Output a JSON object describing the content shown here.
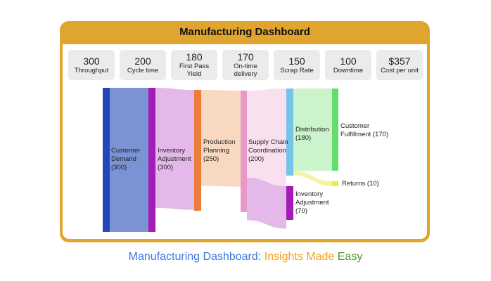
{
  "header": {
    "title": "Manufacturing Dashboard"
  },
  "kpis": [
    {
      "value": "300",
      "label": "Throughput"
    },
    {
      "value": "200",
      "label": "Cycle time"
    },
    {
      "value": "180",
      "label": "First Pass Yield"
    },
    {
      "value": "170",
      "label": "On-time delivery"
    },
    {
      "value": "150",
      "label": "Scrap Rate"
    },
    {
      "value": "100",
      "label": "Downtime"
    },
    {
      "value": "$357",
      "label": "Cost per unit"
    }
  ],
  "chart_data": {
    "type": "sankey",
    "nodes": [
      {
        "id": "cd",
        "label": "Customer Demand (300)",
        "value": 300,
        "color": "#2346b8"
      },
      {
        "id": "ia",
        "label": "Inventory Adjustment (300)",
        "value": 300,
        "color": "#a21cb8"
      },
      {
        "id": "pp",
        "label": "Production Planning (250)",
        "value": 250,
        "color": "#ec7c3c"
      },
      {
        "id": "scc",
        "label": "Supply Chain Coordination (200)",
        "value": 200,
        "color": "#e89ac4"
      },
      {
        "id": "dist",
        "label": "Distribution (180)",
        "value": 180,
        "color": "#74c4e8"
      },
      {
        "id": "cf",
        "label": "Customer Fulfillment (170)",
        "value": 170,
        "color": "#64dc6c"
      },
      {
        "id": "ret",
        "label": "Returns (10)",
        "value": 10,
        "color": "#e8f040"
      },
      {
        "id": "ia2",
        "label": "Inventory Adjustment (70)",
        "value": 70,
        "color": "#a21cb8"
      }
    ],
    "links": [
      {
        "source": "cd",
        "target": "ia",
        "value": 300,
        "color": "#7b93d4"
      },
      {
        "source": "ia",
        "target": "pp",
        "value": 250,
        "color": "#e4b8e8"
      },
      {
        "source": "pp",
        "target": "scc",
        "value": 200,
        "color": "#f8d8c0"
      },
      {
        "source": "scc",
        "target": "dist",
        "value": 180,
        "color": "#f8e0ee"
      },
      {
        "source": "scc",
        "target": "ia2",
        "value": 70,
        "color": "#e4b8e8"
      },
      {
        "source": "dist",
        "target": "cf",
        "value": 170,
        "color": "#ccf4cc"
      },
      {
        "source": "dist",
        "target": "ret",
        "value": 10,
        "color": "#f4f4a8"
      }
    ]
  },
  "node_labels": {
    "cd": [
      "Customer",
      "Demand",
      "(300)"
    ],
    "ia": [
      "Inventory",
      "Adjustment",
      "(300)"
    ],
    "pp": [
      "Production",
      "Planning",
      "(250)"
    ],
    "scc": [
      "Supply Chain",
      "Coordination",
      "(200)"
    ],
    "dist": [
      "Distribution",
      "(180)"
    ],
    "cf": [
      "Customer",
      "Fulfillment (170)"
    ],
    "ret": [
      "Returns (10)"
    ],
    "ia2": [
      "Inventory",
      "Adjustment",
      "(70)"
    ]
  },
  "caption": {
    "part1": "Manufacturing Dashboard:",
    "part2": "Insights Made",
    "part3": "Easy",
    "color1": "#3a78e0",
    "color2": "#f0a020",
    "color3": "#4a9a30"
  }
}
